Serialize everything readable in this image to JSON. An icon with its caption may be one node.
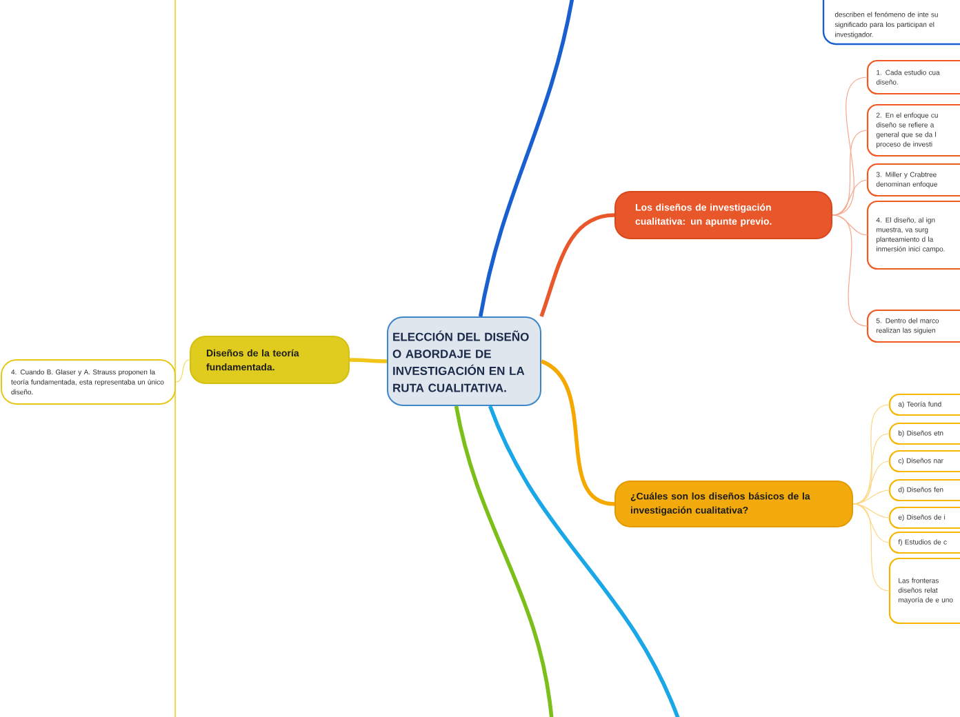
{
  "diagram": {
    "nodes": [
      {
        "text": [
          "ELECCIÓN DEL DISEÑO O ABORDAJE DE INVESTIGACIÓN EN LA RUTA CUALITATIVA."
        ]
      },
      {
        "text": [
          "Los diseños de investigación cualitativa: un apunte previo."
        ]
      },
      {
        "text": [
          "1. Cada estudio cua diseño."
        ]
      },
      {
        "text": [
          "2. En el enfoque cu diseño se refiere a general que se da l proceso de investi"
        ]
      },
      {
        "text": [
          "3. Miller y Crabtree denominan enfoque"
        ]
      },
      {
        "text": [
          "4. El diseño, al ign muestra, va surg planteamiento d la inmersión inici campo."
        ]
      },
      {
        "text": [
          "5. Dentro del marco realizan las siguien"
        ]
      },
      {
        "text": [
          "¿Cuáles son los diseños básicos de la investigación cualitativa?"
        ]
      },
      {
        "text": [
          "a) Teoría fund"
        ]
      },
      {
        "text": [
          "b) Diseños etn"
        ]
      },
      {
        "text": [
          "c) Diseños nar"
        ]
      },
      {
        "text": [
          "d) Diseños fen"
        ]
      },
      {
        "text": [
          "e) Diseños de i"
        ]
      },
      {
        "text": [
          "f) Estudios de c"
        ]
      },
      {
        "text": [
          "Las fronteras diseños relat mayoría de e uno"
        ]
      },
      {
        "text": [
          "Diseños de la teoría fundamentada."
        ]
      },
      {
        "text": [
          "4. Cuando B. Glaser y A. Strauss proponen la teoría fundamentada, esta representaba un único diseño."
        ]
      },
      {
        "text": [
          "describen el fenómeno de inte su significado para los participan el investigador."
        ]
      }
    ],
    "edges": [
      {
        "from": 0,
        "to": 1,
        "arrow": "none",
        "style": "thick",
        "color": "#e9582a"
      },
      {
        "from": 1,
        "to": 2,
        "arrow": "none",
        "color": "#f7a58a"
      },
      {
        "from": 1,
        "to": 3,
        "arrow": "none",
        "color": "#f7a58a"
      },
      {
        "from": 1,
        "to": 4,
        "arrow": "none",
        "color": "#f7a58a"
      },
      {
        "from": 1,
        "to": 5,
        "arrow": "none",
        "color": "#f7a58a"
      },
      {
        "from": 1,
        "to": 6,
        "arrow": "none",
        "color": "#f7a58a"
      },
      {
        "from": 0,
        "to": 7,
        "arrow": "none",
        "style": "thick",
        "color": "#f5a800"
      },
      {
        "from": 7,
        "to": 8,
        "arrow": "none",
        "color": "#fcd680"
      },
      {
        "from": 7,
        "to": 9,
        "arrow": "none",
        "color": "#fcd680"
      },
      {
        "from": 7,
        "to": 10,
        "arrow": "none",
        "color": "#fcd680"
      },
      {
        "from": 7,
        "to": 11,
        "arrow": "none",
        "color": "#fcd680"
      },
      {
        "from": 7,
        "to": 12,
        "arrow": "none",
        "color": "#fcd680"
      },
      {
        "from": 7,
        "to": 13,
        "arrow": "none",
        "color": "#fcd680"
      },
      {
        "from": 7,
        "to": 14,
        "arrow": "none",
        "color": "#fcd680"
      },
      {
        "from": 0,
        "to": 15,
        "arrow": "none",
        "style": "thick",
        "color": "#f0c419"
      },
      {
        "from": 15,
        "to": 16,
        "arrow": "none",
        "color": "#efdc5a"
      },
      {
        "from": 0,
        "to": null,
        "arrow": "none",
        "style": "thick",
        "color": "#1a5fd0"
      },
      {
        "from": 0,
        "to": null,
        "arrow": "none",
        "style": "thick",
        "color": "#1aa7e8"
      },
      {
        "from": 0,
        "to": null,
        "arrow": "none",
        "style": "thick",
        "color": "#7cbf1a"
      }
    ]
  }
}
